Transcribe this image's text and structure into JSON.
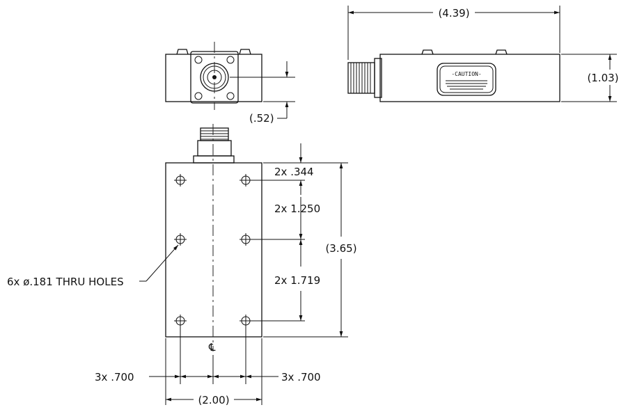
{
  "dimensions": {
    "overall_length": "(4.39)",
    "height": "(1.03)",
    "connector_center": "(.52)",
    "body_length": "(3.65)",
    "body_width": "(2.00)",
    "hole_edge_offset": "2x  .344",
    "hole_spacing_upper": "2x  1.250",
    "hole_spacing_lower": "2x  1.719",
    "hole_x_left": "3x  .700",
    "hole_x_right": "3x  .700"
  },
  "callouts": {
    "holes": "6x ø.181 THRU HOLES",
    "centerline_symbol": "℄"
  },
  "label_plate": {
    "heading": "-CAUTION-"
  }
}
